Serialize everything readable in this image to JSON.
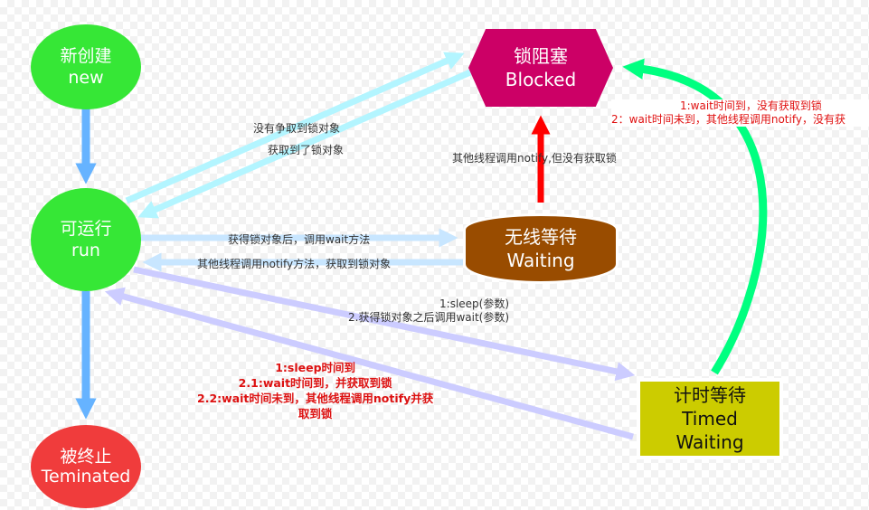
{
  "states": {
    "new": {
      "line1": "新创建",
      "line2": "new",
      "color": "#36e736"
    },
    "runnable": {
      "line1": "可运行",
      "line2": "run",
      "color": "#36e736"
    },
    "terminated": {
      "line1": "被终止",
      "line2": "Teminated",
      "color": "#f03c3c"
    },
    "blocked": {
      "line1": "锁阻塞",
      "line2": "Blocked",
      "color": "#cc0066"
    },
    "waiting": {
      "line1": "无线等待",
      "line2": "Waiting",
      "color": "#994c00"
    },
    "timed_waiting": {
      "line1": "计时等待",
      "line2": "Timed",
      "line3": "Waiting",
      "color": "#cccc00"
    }
  },
  "transitions": {
    "run_to_blocked": "没有争取到锁对象",
    "blocked_to_run": "获取到了锁对象",
    "waiting_to_blocked": "其他线程调用notify,但没有获取锁",
    "run_to_waiting": "获得锁对象后，调用wait方法",
    "waiting_to_run": "其他线程调用notify方法，获取到锁对象",
    "run_to_timed": {
      "line1": "1:sleep(参数)",
      "line2": "2.获得锁对象之后调用wait(参数)"
    },
    "timed_to_run": {
      "line1": "1:sleep时间到",
      "line2": "2.1:wait时间到，并获取到锁",
      "line3": "2.2:wait时间未到，其他线程调用notify并获",
      "line4": "取到锁"
    },
    "timed_to_blocked": {
      "line1": "1:wait时间到，没有获取到锁",
      "line2": "2：wait时间未到，其他线程调用notify，没有获"
    }
  },
  "colors": {
    "arrow_blue": "#66b3ff",
    "arrow_cyan": "#b3f5ff",
    "arrow_lightblue": "#c8e6ff",
    "arrow_lavender": "#ccccff",
    "arrow_red": "#ff0000",
    "arrow_green": "#00ff80"
  }
}
